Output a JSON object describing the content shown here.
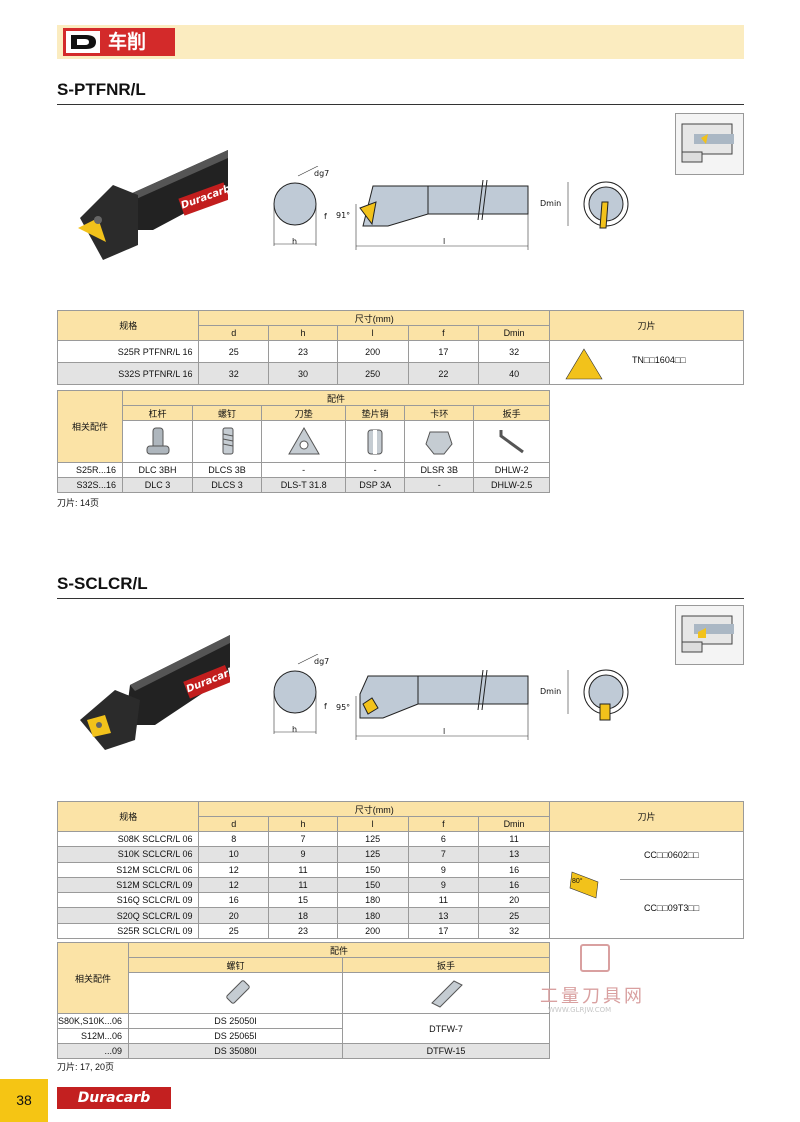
{
  "header": {
    "section": "车削"
  },
  "section1": {
    "title": "S-PTFNR/L",
    "brand": "Duracarb",
    "drawing": {
      "dg7": "dg7",
      "angle": "91°",
      "f": "f",
      "h": "h",
      "l": "l",
      "dmin": "Dmin"
    },
    "table": {
      "spec_header": "规格",
      "dim_header": "尺寸(mm)",
      "insert_header": "刀片",
      "cols": [
        "d",
        "h",
        "l",
        "f",
        "Dmin"
      ],
      "rows": [
        {
          "model": "S25R   PTFNR/L 16",
          "values": [
            "25",
            "23",
            "200",
            "17",
            "32"
          ]
        },
        {
          "model": "S32S   PTFNR/L 16",
          "values": [
            "32",
            "30",
            "250",
            "22",
            "40"
          ]
        }
      ],
      "insert_code": "TN□□1604□□"
    },
    "parts": {
      "label": "相关配件",
      "header": "配件",
      "cols": [
        "杠杆",
        "螺钉",
        "刀垫",
        "垫片销",
        "卡环",
        "扳手"
      ],
      "rows": [
        {
          "model": "S25R...16",
          "values": [
            "DLC 3BH",
            "DLCS 3B",
            "-",
            "-",
            "DLSR 3B",
            "DHLW-2"
          ]
        },
        {
          "model": "S32S...16",
          "values": [
            "DLC 3",
            "DLCS 3",
            "DLS-T 31.8",
            "DSP 3A",
            "-",
            "DHLW-2.5"
          ]
        }
      ]
    },
    "note": "刀片: 14页"
  },
  "section2": {
    "title": "S-SCLCR/L",
    "brand": "Duracarb",
    "drawing": {
      "dg7": "dg7",
      "angle": "95°",
      "f": "f",
      "h": "h",
      "l": "l",
      "dmin": "Dmin"
    },
    "table": {
      "spec_header": "规格",
      "dim_header": "尺寸(mm)",
      "insert_header": "刀片",
      "cols": [
        "d",
        "h",
        "l",
        "f",
        "Dmin"
      ],
      "rows": [
        {
          "model": "S08K   SCLCR/L 06",
          "values": [
            "8",
            "7",
            "125",
            "6",
            "11"
          ]
        },
        {
          "model": "S10K   SCLCR/L 06",
          "values": [
            "10",
            "9",
            "125",
            "7",
            "13"
          ]
        },
        {
          "model": "S12M   SCLCR/L 06",
          "values": [
            "12",
            "11",
            "150",
            "9",
            "16"
          ]
        },
        {
          "model": "S12M   SCLCR/L 09",
          "values": [
            "12",
            "11",
            "150",
            "9",
            "16"
          ]
        },
        {
          "model": "S16Q   SCLCR/L 09",
          "values": [
            "16",
            "15",
            "180",
            "11",
            "20"
          ]
        },
        {
          "model": "S20Q   SCLCR/L 09",
          "values": [
            "20",
            "18",
            "180",
            "13",
            "25"
          ]
        },
        {
          "model": "S25R   SCLCR/L 09",
          "values": [
            "25",
            "23",
            "200",
            "17",
            "32"
          ]
        }
      ],
      "insert_angle": "80°",
      "insert_code_1": "CC□□0602□□",
      "insert_code_2": "CC□□09T3□□"
    },
    "parts": {
      "label": "相关配件",
      "header": "配件",
      "cols": [
        "螺钉",
        "扳手"
      ],
      "rows": [
        {
          "model": "S80K,S10K...06",
          "screw": "DS 25050I"
        },
        {
          "model": "S12M...06",
          "screw": "DS 25065I"
        },
        {
          "model": "...09",
          "screw": "DS 35080I"
        }
      ],
      "wrench_1": "DTFW-7",
      "wrench_2": "DTFW-15"
    },
    "note": "刀片: 17, 20页"
  },
  "watermark": {
    "text": "工量刀具网",
    "url": "WWW.GLRJW.COM"
  },
  "footer": {
    "page": "38",
    "brand": "Duracarb"
  },
  "colors": {
    "header_bg": "#fbecc0",
    "badge_red": "#d32a2a",
    "table_yellow": "#fbe3a6",
    "row_gray": "#e3e3e3",
    "insert_gold": "#f2c21b",
    "page_tab": "#f5c514"
  }
}
